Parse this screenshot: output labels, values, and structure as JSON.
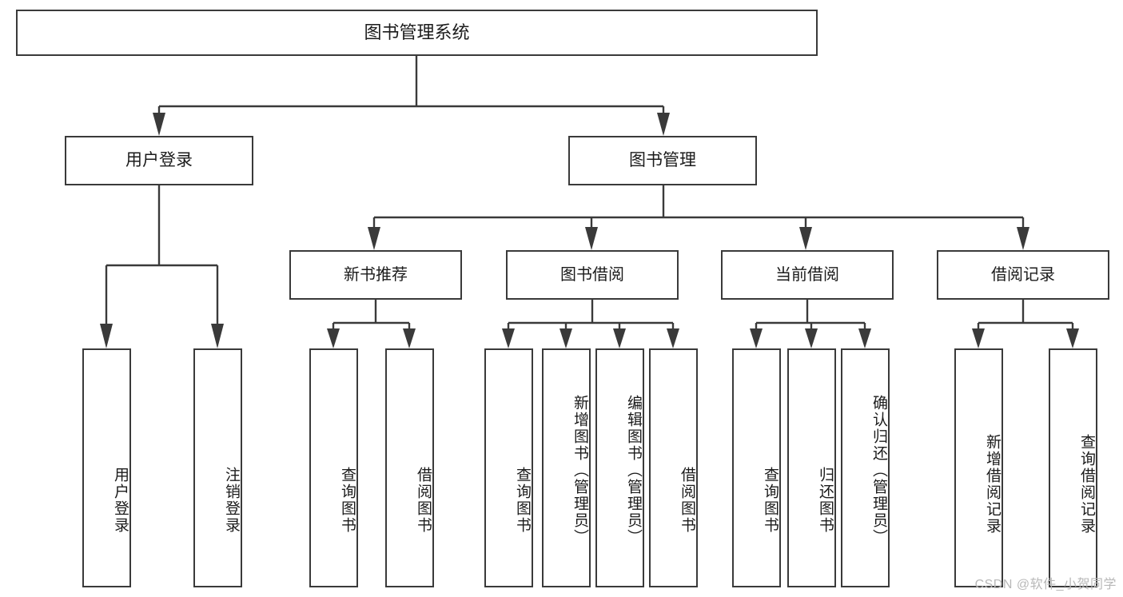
{
  "diagram": {
    "title": "图书管理系统",
    "type": "tree",
    "watermark": "CSDN @软件_小贺同学",
    "colors": {
      "stroke": "#3a3a3a",
      "fill": "#ffffff",
      "text": "#1b1b1b",
      "watermark": "#b8b8b8"
    },
    "nodes": {
      "root": {
        "label": "图书管理系统"
      },
      "level2": [
        {
          "label": "用户登录"
        },
        {
          "label": "图书管理"
        }
      ],
      "level3": [
        {
          "label": "新书推荐"
        },
        {
          "label": "图书借阅"
        },
        {
          "label": "当前借阅"
        },
        {
          "label": "借阅记录"
        }
      ],
      "leaves": {
        "user_login": [
          {
            "label": "用户登录"
          },
          {
            "label": "注销登录"
          }
        ],
        "new_book_recommend": [
          {
            "label": "查询图书"
          },
          {
            "label": "借阅图书"
          }
        ],
        "book_borrow": [
          {
            "label": "查询图书"
          },
          {
            "label": "新增图书（管理员）"
          },
          {
            "label": "编辑图书（管理员）"
          },
          {
            "label": "借阅图书"
          }
        ],
        "current_borrow": [
          {
            "label": "查询图书"
          },
          {
            "label": "归还图书"
          },
          {
            "label": "确认归还（管理员）"
          }
        ],
        "borrow_record": [
          {
            "label": "新增借阅记录"
          },
          {
            "label": "查询借阅记录"
          }
        ]
      }
    }
  }
}
